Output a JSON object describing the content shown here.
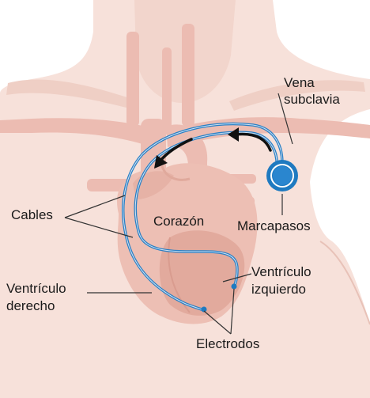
{
  "labels": {
    "vena_line1": "Vena",
    "vena_line2": "subclavia",
    "cables": "Cables",
    "corazon": "Corazón",
    "marcapasos": "Marcapasos",
    "ventriculo_derecho_line1": "Ventrículo",
    "ventriculo_derecho_line2": "derecho",
    "ventriculo_izquierdo_line1": "Ventrículo",
    "ventriculo_izquierdo_line2": "izquierdo",
    "electrodos": "Electrodos"
  },
  "colors": {
    "skin": "#f7e1da",
    "skin_shadow": "#efcfc5",
    "vessel": "#ecbcb2",
    "heart": "#edbfb4",
    "heart_shade": "#e2aa9d",
    "lead": "#2a7fc4",
    "pacemaker": "#1f7ac0",
    "arrow": "#111111",
    "leader": "#333333"
  },
  "icons": [
    "pacemaker-icon",
    "arrow-icon"
  ]
}
